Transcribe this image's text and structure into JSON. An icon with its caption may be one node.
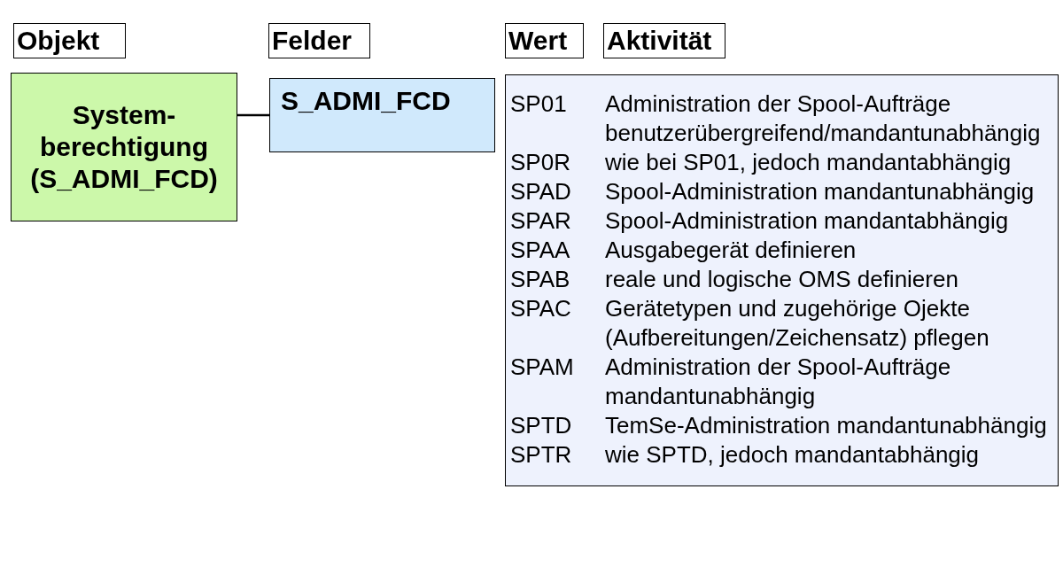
{
  "diagram": {
    "nodes": [
      {
        "text": [
          "Objekt"
        ]
      },
      {
        "text": [
          "Felder"
        ]
      },
      {
        "text": [
          "Wert"
        ]
      },
      {
        "text": [
          "Aktivität"
        ]
      },
      {
        "text": [
          "System- berechtigung (S_ADMI_FCD)"
        ]
      },
      {
        "text": [
          "S_ADMI_FCD"
        ]
      },
      {
        "text": [
          "SP01",
          "Administration der Spool-Aufträge benutzerübergreifend/mandantunabhängig",
          "SP0R",
          "wie bei SP01, jedoch mandantabhängig",
          "SPAD",
          "Spool-Administration mandantunabhängig",
          "SPAR",
          "Spool-Administration mandantabhängig",
          "SPAA",
          "Ausgabegerät definieren",
          "SPAB",
          "reale und logische OMS definieren",
          "SPAC",
          "Gerätetypen und zugehörige Ojekte (Aufbereitungen/Zeichensatz) pflegen",
          "SPAM",
          "Administration der Spool-Aufträge mandantunabhängig",
          "SPTD",
          "TemSe-Administration mandantunabhängig",
          "SPTR",
          "wie SPTD, jedoch mandantabhängig"
        ]
      }
    ],
    "edges": [
      {
        "from": 4,
        "to": 5,
        "arrow": "none"
      }
    ]
  }
}
